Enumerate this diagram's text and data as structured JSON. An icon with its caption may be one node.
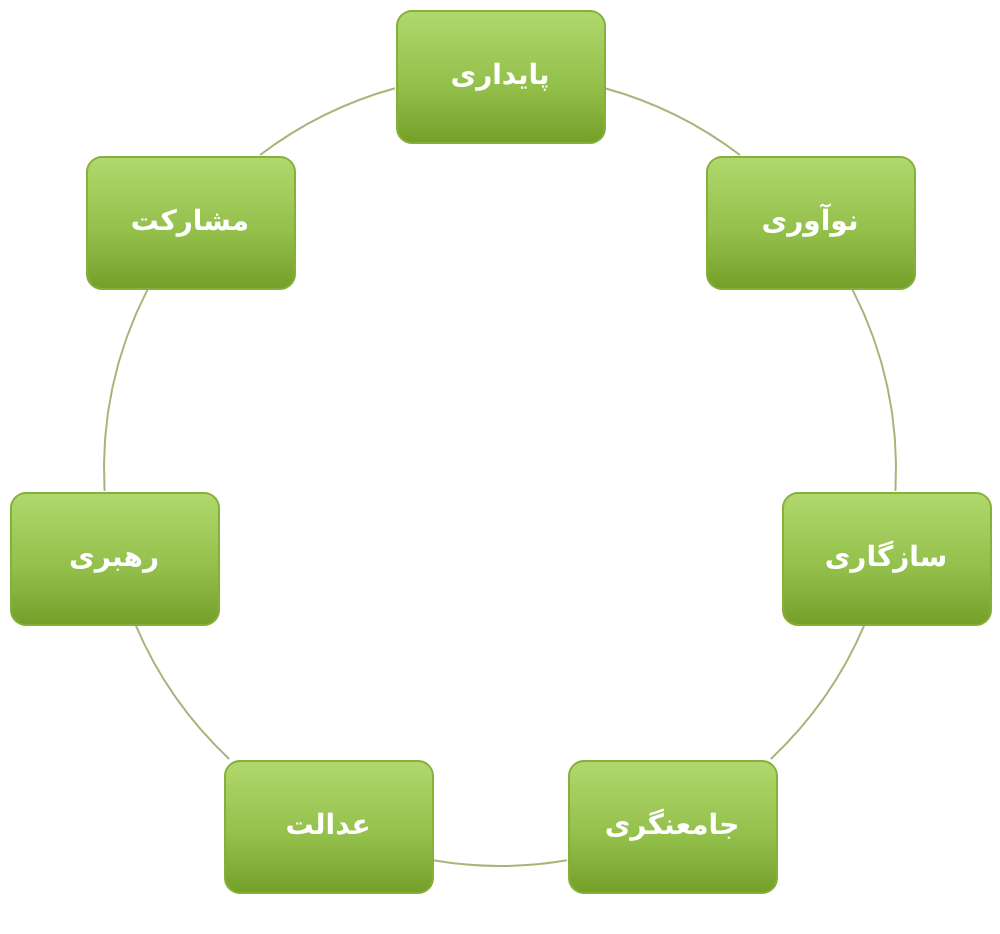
{
  "diagram": {
    "nodes": [
      {
        "text": [
          "پایداری"
        ]
      },
      {
        "text": [
          "نوآوری"
        ]
      },
      {
        "text": [
          "سازگاری"
        ]
      },
      {
        "text": [
          "جامعنگری"
        ]
      },
      {
        "text": [
          "عدالت"
        ]
      },
      {
        "text": [
          "رهبری"
        ]
      },
      {
        "text": [
          "مشارکت"
        ]
      }
    ],
    "edges": [
      {
        "from": 0,
        "to": 1,
        "arrow": "none"
      },
      {
        "from": 1,
        "to": 2,
        "arrow": "none"
      },
      {
        "from": 2,
        "to": 3,
        "arrow": "none"
      },
      {
        "from": 3,
        "to": 4,
        "arrow": "none"
      },
      {
        "from": 4,
        "to": 5,
        "arrow": "none"
      },
      {
        "from": 5,
        "to": 6,
        "arrow": "none"
      },
      {
        "from": 6,
        "to": 0,
        "arrow": "none"
      }
    ]
  }
}
